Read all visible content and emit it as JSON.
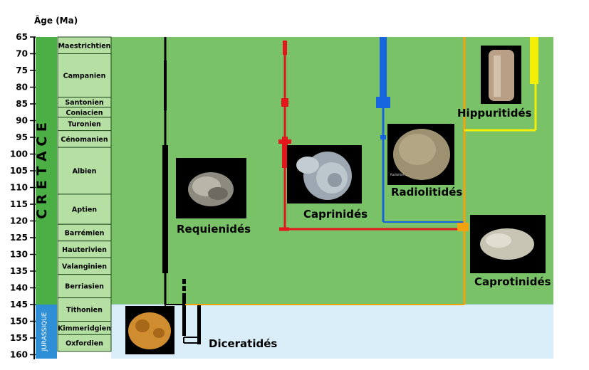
{
  "axis": {
    "title": "Âge (Ma)",
    "ticks": [
      "65",
      "70",
      "75",
      "80",
      "85",
      "90",
      "95",
      "100",
      "105",
      "110",
      "115",
      "120",
      "125",
      "130",
      "135",
      "140",
      "145",
      "150",
      "155",
      "160"
    ]
  },
  "periods": {
    "cretace": "C R E T A C E",
    "jurassique": "JURASSIQUE"
  },
  "stages": [
    {
      "name": "Maestrichtien",
      "from": 65,
      "to": 70
    },
    {
      "name": "Campanien",
      "from": 70,
      "to": 83
    },
    {
      "name": "Santonien",
      "from": 83,
      "to": 86
    },
    {
      "name": "Coniacien",
      "from": 86,
      "to": 89
    },
    {
      "name": "Turonien",
      "from": 89,
      "to": 93
    },
    {
      "name": "Cénomanien",
      "from": 93,
      "to": 98
    },
    {
      "name": "Albien",
      "from": 98,
      "to": 112
    },
    {
      "name": "Aptien",
      "from": 112,
      "to": 121
    },
    {
      "name": "Barrémien",
      "from": 121,
      "to": 126
    },
    {
      "name": "Hauterivien",
      "from": 126,
      "to": 131
    },
    {
      "name": "Valanginien",
      "from": 131,
      "to": 136
    },
    {
      "name": "Berriasien",
      "from": 136,
      "to": 143
    },
    {
      "name": "Tithonien",
      "from": 143,
      "to": 150
    },
    {
      "name": "Kimmeridgien",
      "from": 150,
      "to": 154
    },
    {
      "name": "Oxfordien",
      "from": 154,
      "to": 159
    }
  ],
  "families": {
    "requienides": "Requienidés",
    "diceratides": "Diceratidés",
    "caprinides": "Caprinidés",
    "radiolitides": "Radiolitidés",
    "hippuritides": "Hippuritidés",
    "caprotinides": "Caprotinidés"
  },
  "photo_caption": "Radiolites ...",
  "colors": {
    "cretace_bg": "#79c267",
    "jurassique_bg": "#d9eef9",
    "period_bar": "#4caf45",
    "jurassic_bar": "#2f8fd6",
    "stage_fill": "#b6dfa4",
    "requienides": "#000000",
    "caprinides": "#e3161b",
    "radiolitides": "#1766e0",
    "hippuritides": "#f5ef08",
    "caprotinides": "#f3a10c"
  }
}
